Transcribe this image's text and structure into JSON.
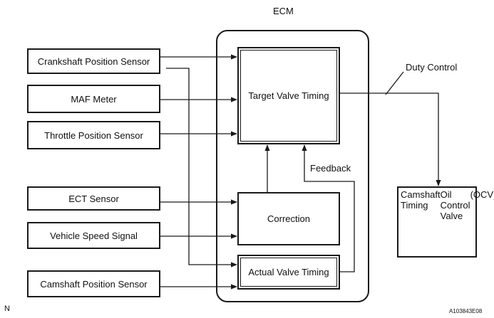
{
  "ecm_label": "ECM",
  "inputs": {
    "crankshaft": "Crankshaft Position Sensor",
    "maf": "MAF Meter",
    "throttle": "Throttle Position Sensor",
    "ect": "ECT Sensor",
    "vehicle_speed": "Vehicle Speed Signal",
    "camshaft": "Camshaft Position Sensor"
  },
  "ecm_blocks": {
    "target": "Target Valve Timing",
    "correction": "Correction",
    "actual": "Actual Valve Timing"
  },
  "feedback_label": "Feedback",
  "duty_control_label": "Duty Control",
  "ocv_lines": [
    "Camshaft Timing",
    "Oil Control Valve",
    "(OCV)"
  ],
  "corner_left": "N",
  "corner_right": "A103843E08"
}
